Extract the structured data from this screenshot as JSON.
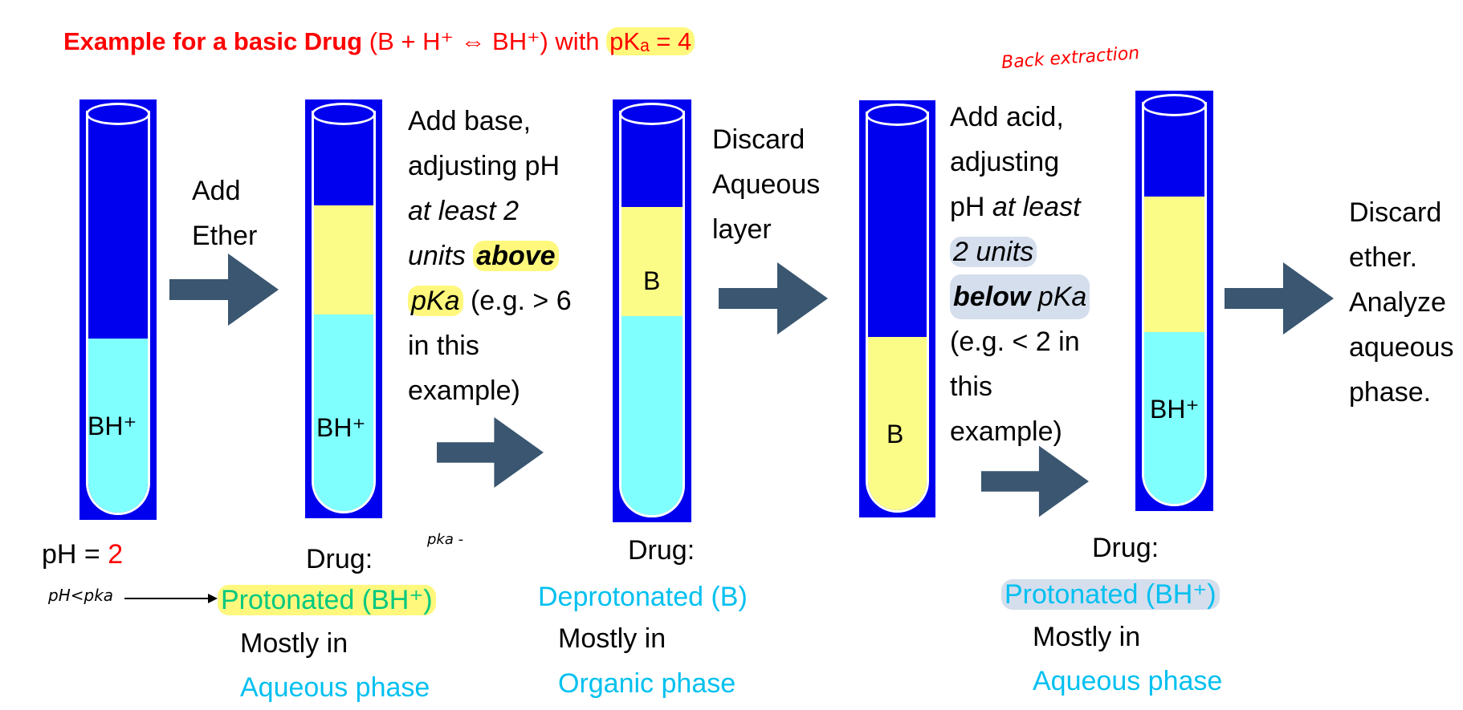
{
  "title": {
    "bold": "Example for a basic Drug",
    "equation": "(B + H⁺ ⇔ BH⁺) with",
    "pka": "pKₐ = 4"
  },
  "annotation_back_extraction": "Back extraction",
  "tubes": [
    {
      "label": "BH⁺"
    },
    {
      "label": "BH⁺"
    },
    {
      "label": "B"
    },
    {
      "label": "B"
    },
    {
      "label": "BH⁺"
    }
  ],
  "steps": {
    "step1": [
      "Add",
      "Ether"
    ],
    "step2": {
      "l1": "Add base,",
      "l2": "adjusting pH",
      "l3": "at least 2",
      "l4a": "units ",
      "l4b": "above",
      "l5a": "pKa",
      "l5b": " (e.g. > 6",
      "l6": "in this",
      "l7": "example)"
    },
    "step3": [
      "Discard",
      "Aqueous",
      "layer"
    ],
    "step4": {
      "l1": "Add acid,",
      "l2": "adjusting",
      "l3a": "pH ",
      "l3b": "at least",
      "l4": "2 units",
      "l5a": "below",
      "l5b": " pKa",
      "l6": "(e.g. < 2 in",
      "l7": "this",
      "l8": "example)"
    },
    "step5": [
      "Discard",
      "ether.",
      "Analyze",
      "aqueous",
      "phase."
    ]
  },
  "bottom": {
    "ph_label": "pH = ",
    "ph_value": "2",
    "handwritten_ph_lt_pka": "pH<pka",
    "handwritten_pka": "pka  -",
    "col1": {
      "drug": "Drug:",
      "state": "Protonated (BH⁺)",
      "mostly": "Mostly in",
      "phase": "Aqueous phase"
    },
    "col2": {
      "drug": "Drug:",
      "state": "Deprotonated (B)",
      "mostly": "Mostly in",
      "phase": "Organic phase"
    },
    "col3": {
      "drug": "Drug:",
      "state": "Protonated (BH⁺)",
      "mostly": "Mostly in",
      "phase": "Aqueous phase"
    }
  },
  "colors": {
    "title": "#ff0000",
    "tube_bg": "#0000ee",
    "organic": "#fbfb88",
    "aqueous": "#80ffff",
    "arrow": "#3a5670",
    "state_text": "#00c0f0"
  }
}
